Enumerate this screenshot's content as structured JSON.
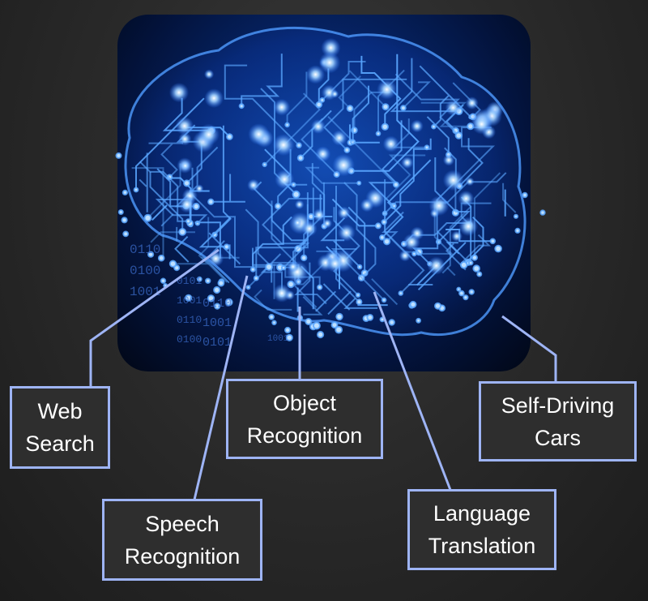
{
  "labels": {
    "web_search": [
      "Web",
      "Search"
    ],
    "object_recognition": [
      "Object",
      "Recognition"
    ],
    "self_driving_cars": [
      "Self-Driving",
      "Cars"
    ],
    "speech_recognition": [
      "Speech",
      "Recognition"
    ],
    "language_translation": [
      "Language",
      "Translation"
    ]
  },
  "binary_digits": [
    "0110",
    "0100",
    "1001",
    "0101",
    "1001",
    "0110",
    "0100",
    "0110",
    "1001",
    "0101",
    "1001"
  ],
  "colors": {
    "background": "#2b2b2b",
    "brain_glow": "#5aa7ff",
    "connector": "#9eb4f5",
    "box_fill": "#2e2e2e",
    "text": "#ffffff"
  }
}
